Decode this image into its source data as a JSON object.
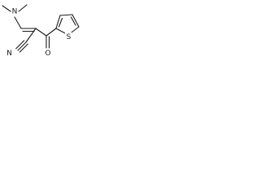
{
  "molecule": {
    "atoms": {
      "amine_n": "N",
      "nitrile_n": "N",
      "carbonyl_o": "O",
      "thiophene_s": "S"
    }
  }
}
